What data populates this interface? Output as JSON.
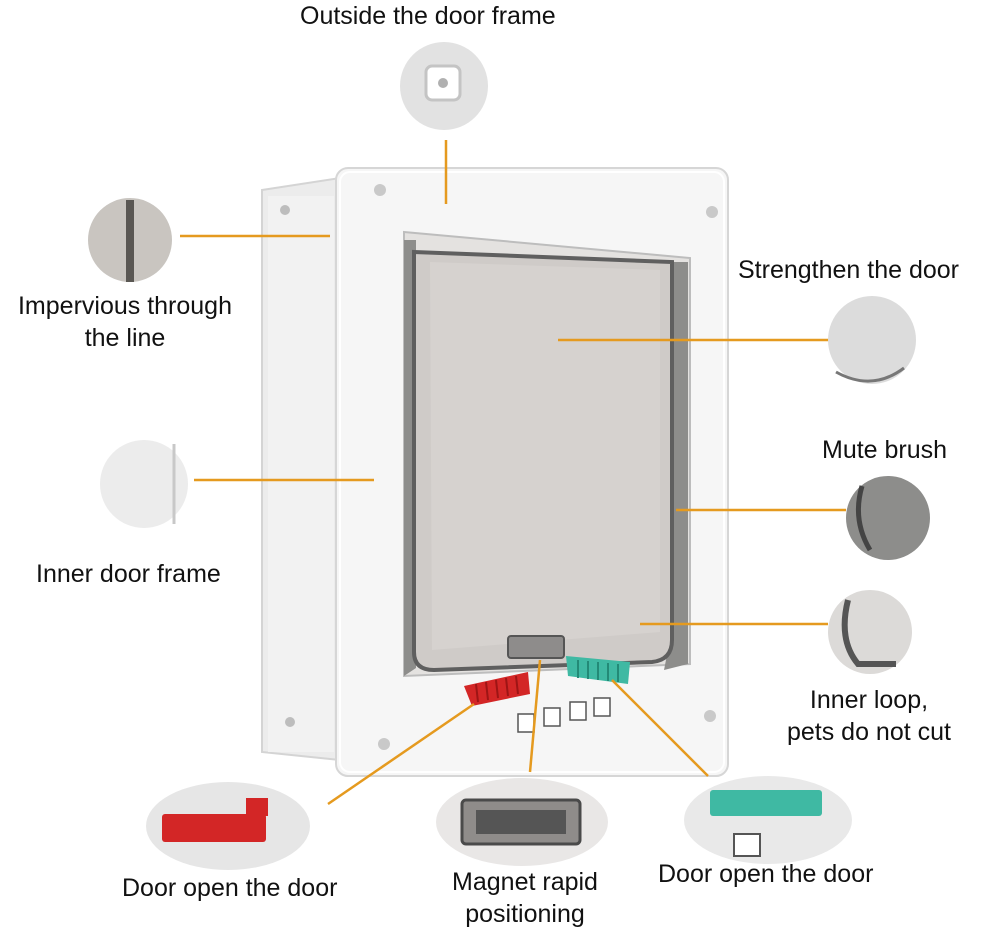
{
  "callouts": {
    "outside_frame": "Outside the door frame",
    "impervious_line1": "Impervious through",
    "impervious_line2": "the line",
    "strengthen": "Strengthen the door",
    "inner_frame": "Inner door frame",
    "mute_brush": "Mute brush",
    "inner_loop_line1": "Inner loop,",
    "inner_loop_line2": "pets do not cut",
    "door_open_left": "Door open the door",
    "magnet_line1": "Magnet rapid",
    "magnet_line2": "positioning",
    "door_open_right": "Door open the door"
  },
  "colors": {
    "leader_line": "#e59a1f",
    "frame_white": "#f4f4f4",
    "flap_tint": "#cdc9c6",
    "brush_gray": "#8a8a88",
    "lock_red": "#d32626",
    "lock_teal": "#3fb9a3"
  },
  "icons": [
    "lock-mode-icons"
  ]
}
